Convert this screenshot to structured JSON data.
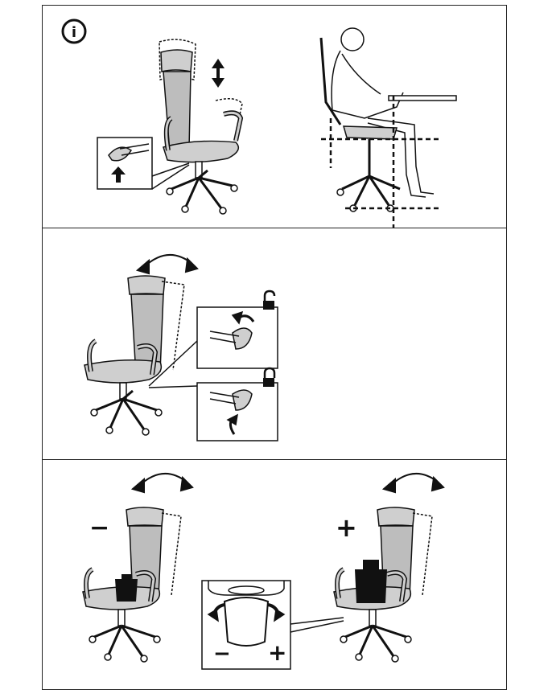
{
  "manual": {
    "info_symbol": "i",
    "panels": [
      {
        "id": "height-adjust"
      },
      {
        "id": "tilt-lock"
      },
      {
        "id": "tilt-tension"
      }
    ],
    "tension_decrease_sign": "−",
    "tension_increase_sign": "+",
    "knob_minus_sign": "−",
    "knob_plus_sign": "+"
  },
  "colors": {
    "line": "#111111",
    "chair_fill": "#cfcfcf",
    "mesh_fill": "#bdbdbd",
    "knob_fill": "#111111",
    "dash": "#111111"
  },
  "icons": {
    "info": "info-circle-icon",
    "height_arrow": "double-arrow-vertical-icon",
    "tilt_arrow": "curved-double-arrow-icon",
    "unlock": "unlocked-padlock-icon",
    "lock": "locked-padlock-icon",
    "lever_up": "arrow-up-icon"
  }
}
